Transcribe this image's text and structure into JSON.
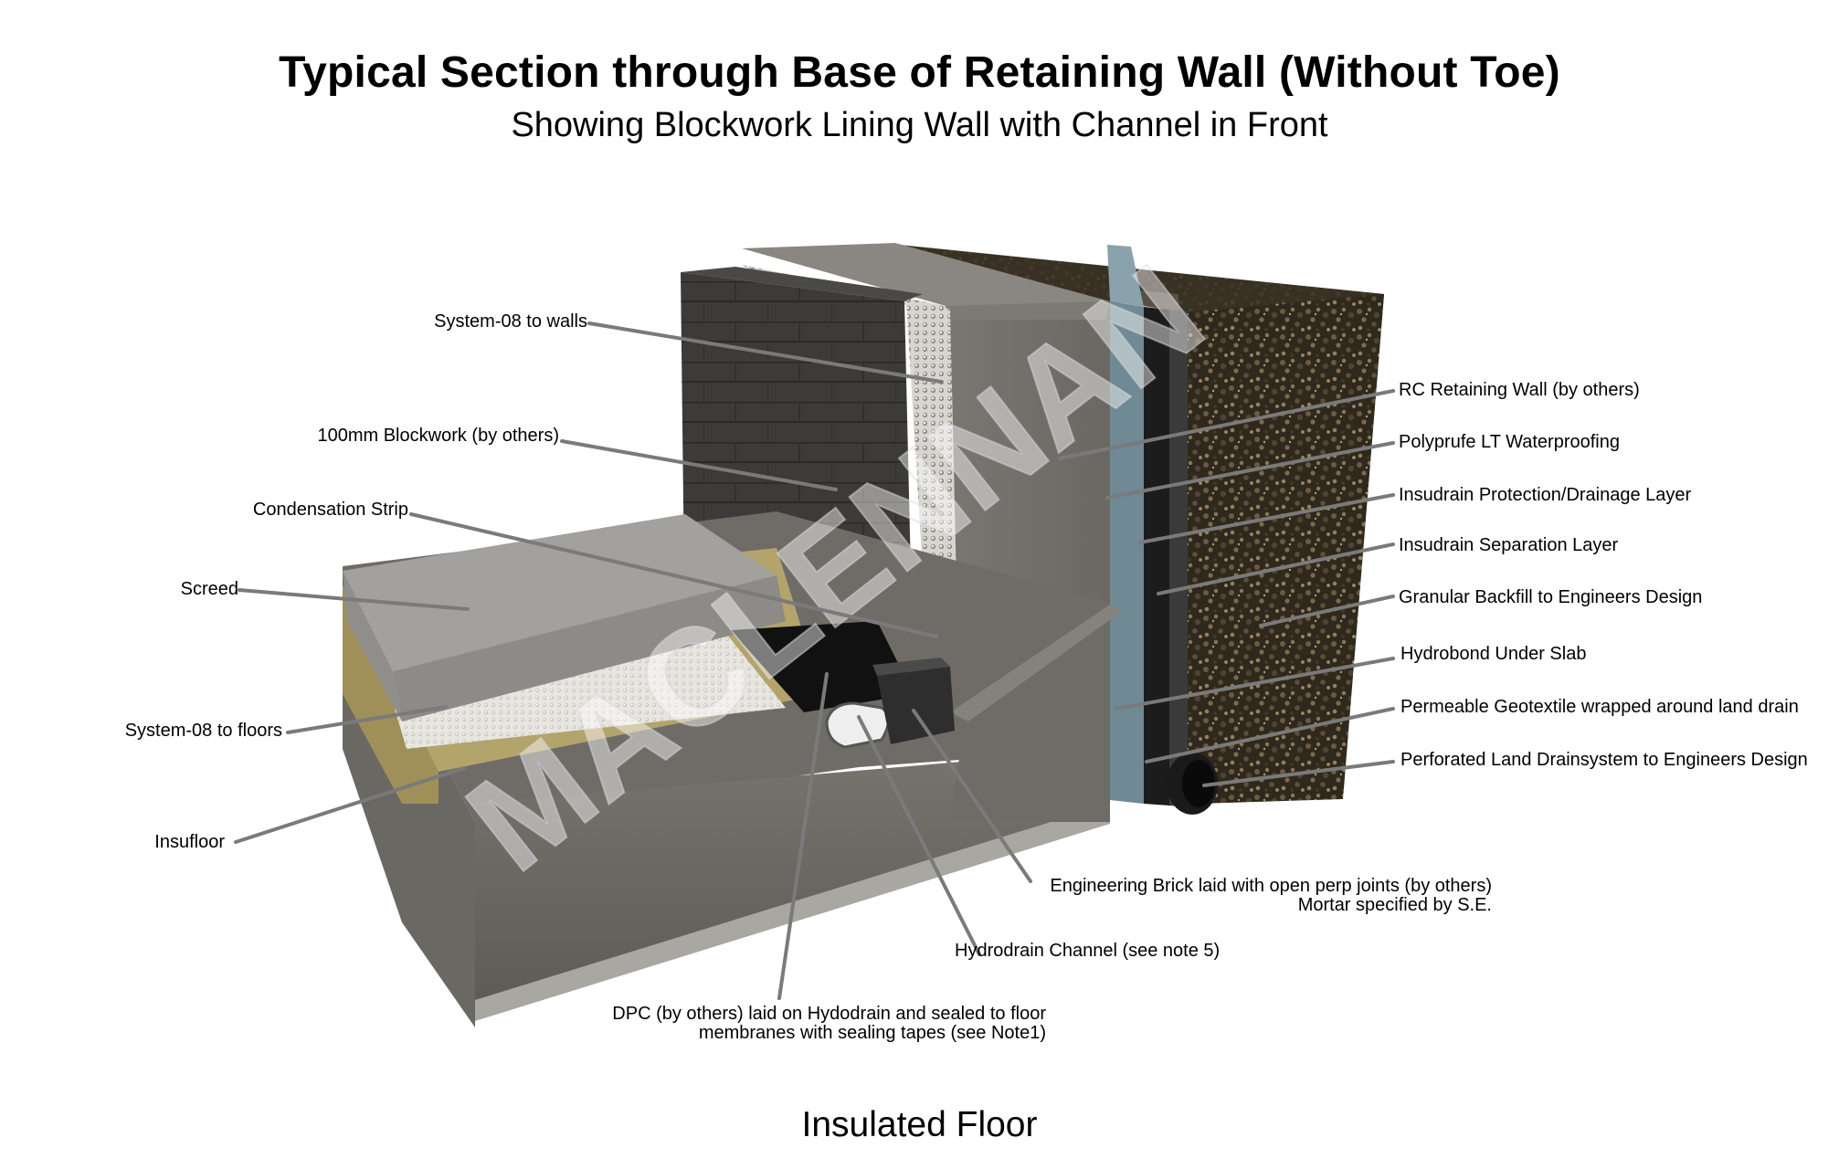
{
  "title": "Typical Section through Base of Retaining Wall (Without Toe)",
  "subtitle": "Showing Blockwork Lining Wall with Channel in Front",
  "caption": "Insulated Floor",
  "watermark": "MACLENNAN",
  "labels": {
    "system08_walls": "System-08 to walls",
    "blockwork": "100mm Blockwork (by others)",
    "condensation_strip": "Condensation Strip",
    "screed": "Screed",
    "system08_floors": "System-08 to floors",
    "insufloor": "Insufloor",
    "rc_wall": "RC Retaining Wall (by others)",
    "polyprufe": "Polyprufe LT Waterproofing",
    "insudrain_protection": "Insudrain Protection/Drainage Layer",
    "insudrain_separation": "Insudrain Separation Layer",
    "granular_backfill": "Granular Backfill to Engineers Design",
    "hydrobond": "Hydrobond Under Slab",
    "geotextile": "Permeable Geotextile wrapped around land drain",
    "land_drain": "Perforated Land Drainsystem to Engineers Design",
    "engineering_brick_1": "Engineering Brick laid with open perp joints (by others)",
    "engineering_brick_2": "Mortar specified by S.E.",
    "hydrodrain_channel": "Hydrodrain Channel (see note 5)",
    "dpc_1": "DPC (by others) laid on Hydodrain and sealed to floor",
    "dpc_2": "membranes with sealing tapes (see Note1)"
  },
  "colors": {
    "concrete": "#6d6b66",
    "blockwork": "#3a3937",
    "screed": "#9c9b98",
    "insufloor": "#b2a26a",
    "membrane_dimple": "#e6e4df",
    "waterproofing": "#6f8a94",
    "backfill": "#3b3022",
    "leader": "#7a7a7a"
  }
}
